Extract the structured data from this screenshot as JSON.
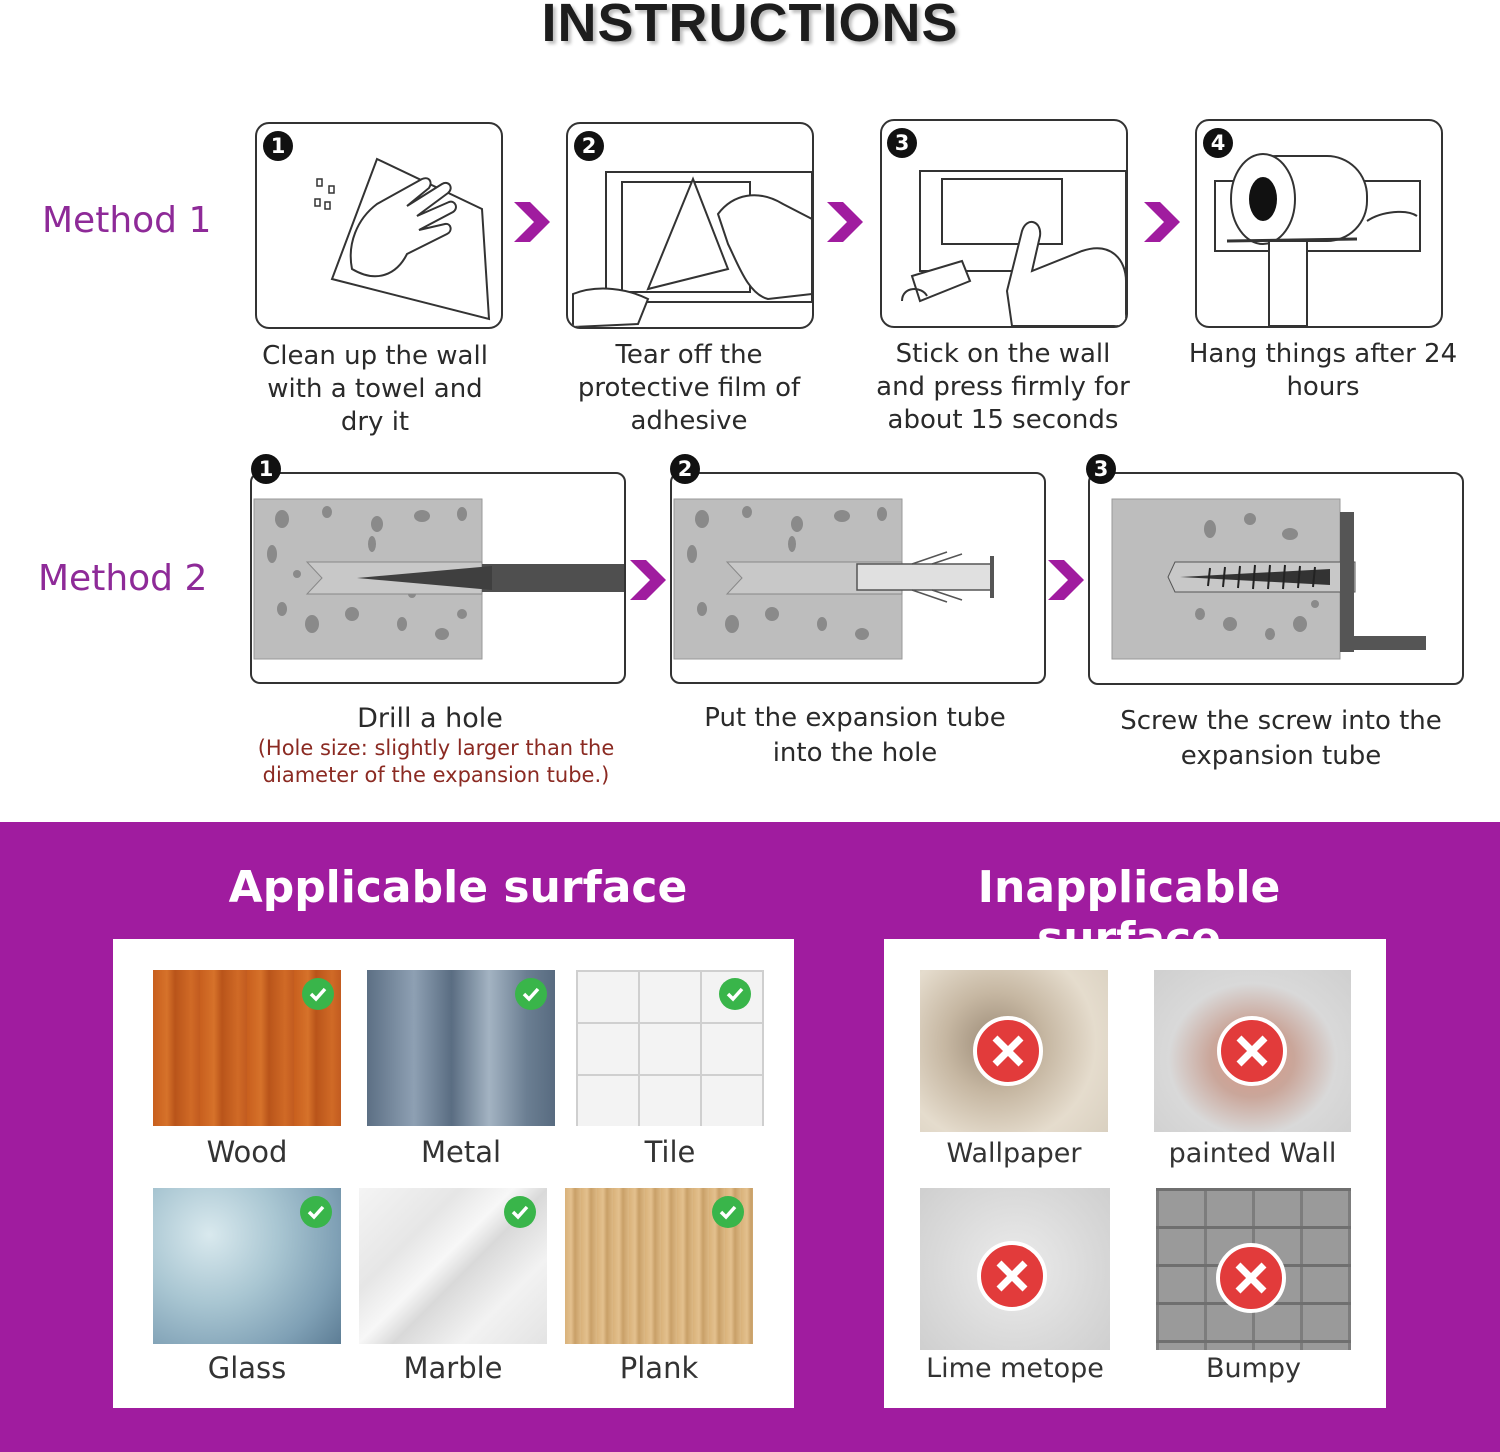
{
  "title": "INSTRUCTIONS",
  "method1": {
    "label": "Method 1",
    "steps": [
      {
        "num": "1",
        "caption": [
          "Clean up the wall",
          "with a towel and",
          "dry it"
        ],
        "icon": "towel-wipe-icon"
      },
      {
        "num": "2",
        "caption": [
          "Tear off the",
          "protective film of",
          "adhesive"
        ],
        "icon": "peel-film-icon"
      },
      {
        "num": "3",
        "caption": [
          "Stick on the wall",
          "and press firmly for",
          "about 15 seconds"
        ],
        "icon": "press-hook-icon"
      },
      {
        "num": "4",
        "caption": [
          "Hang things after 24",
          "hours"
        ],
        "icon": "hair-dryer-icon"
      }
    ]
  },
  "method2": {
    "label": "Method 2",
    "steps": [
      {
        "num": "1",
        "caption": [
          "Drill a hole"
        ],
        "note": [
          "(Hole size: slightly larger than the",
          "diameter of the expansion tube.)"
        ],
        "icon": "drill-bit-icon"
      },
      {
        "num": "2",
        "caption": [
          "Put the expansion tube",
          "into the hole"
        ],
        "icon": "expansion-tube-icon"
      },
      {
        "num": "3",
        "caption": [
          "Screw the screw into the",
          "expansion tube"
        ],
        "icon": "screw-icon"
      }
    ]
  },
  "applicable": {
    "heading": "Applicable surface",
    "items": [
      "Wood",
      "Metal",
      "Tile",
      "Glass",
      "Marble",
      "Plank"
    ]
  },
  "inapplicable": {
    "heading": "Inapplicable surface",
    "items": [
      "Wallpaper",
      "painted Wall",
      "Lime metope",
      "Bumpy"
    ]
  },
  "colors": {
    "accent": "#a01c9f",
    "method_text": "#8e2a98",
    "note_text": "#8b2a22",
    "check": "#39b54a",
    "cross": "#e23b3b"
  }
}
